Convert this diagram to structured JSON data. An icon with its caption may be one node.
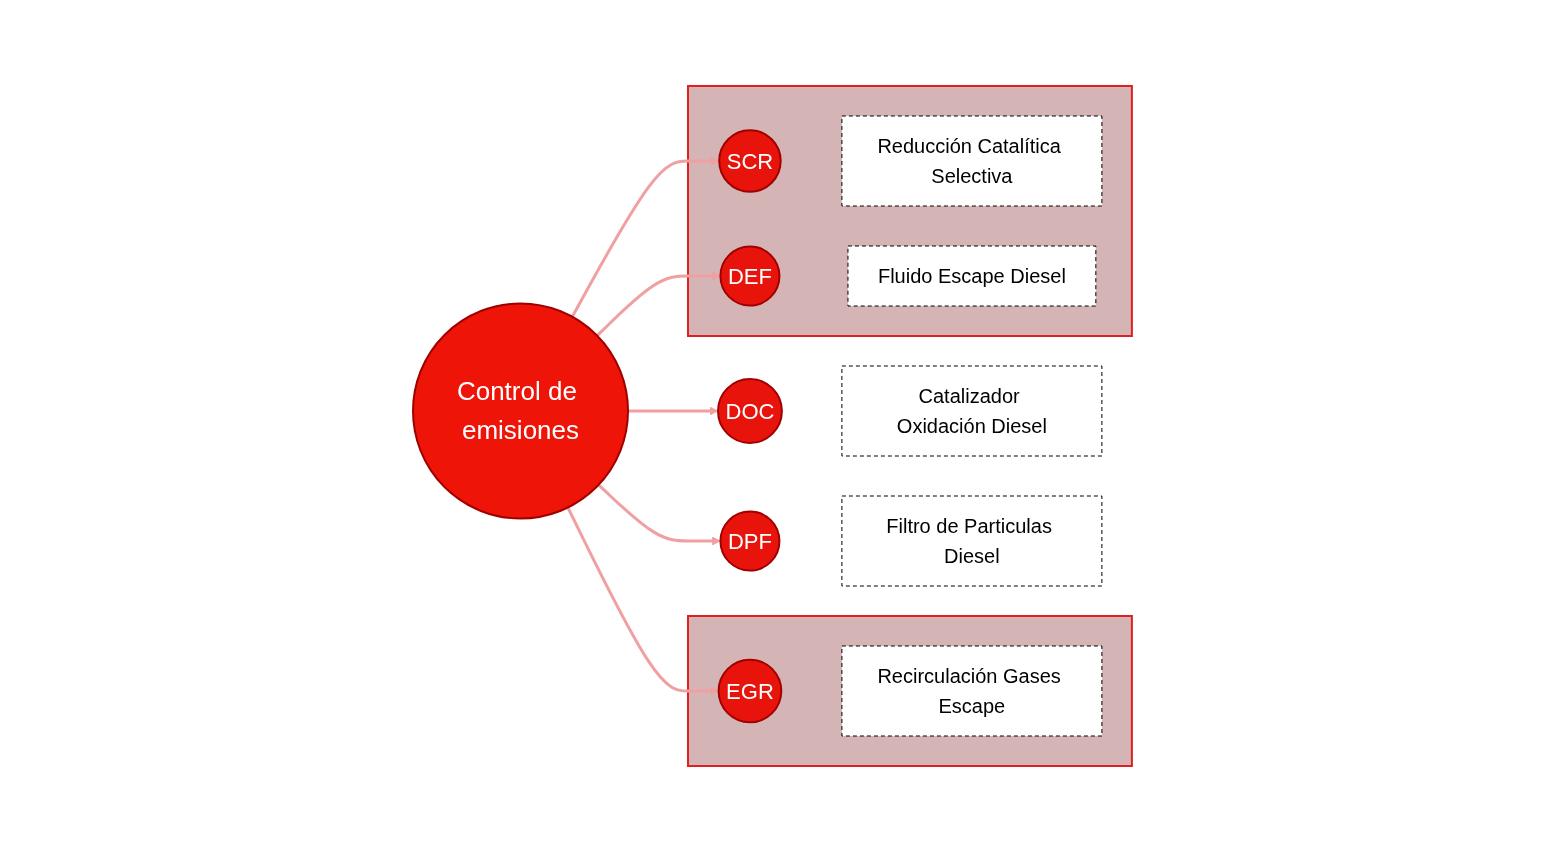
{
  "diagram": {
    "nodes": [
      {
        "text": [],
        "shape": "box"
      },
      {
        "text": [
          "EGR"
        ],
        "in": 0
      },
      {
        "text": [
          "Recirculación Gases Escape"
        ],
        "in": 0
      },
      {
        "text": [
          "DOC"
        ]
      },
      {
        "text": [
          "Catalizador Oxidación Diesel"
        ]
      },
      {
        "text": [],
        "shape": "box"
      },
      {
        "text": [
          "SCR"
        ],
        "in": 5
      },
      {
        "text": [
          "Reducción Catalítica Selectiva"
        ],
        "in": 5
      },
      {
        "text": [
          "Control de emisiones"
        ]
      },
      {
        "text": [
          "DPF"
        ]
      },
      {
        "text": [
          "Filtro de Particulas Diesel"
        ]
      },
      {
        "text": [
          "DEF"
        ],
        "in": 5
      },
      {
        "text": [
          "Fluido Escape Diesel"
        ],
        "in": 5
      }
    ],
    "edges": [
      {
        "from": 8,
        "to": 1,
        "arrow": "to"
      },
      {
        "from": 8,
        "to": 6,
        "arrow": "to"
      },
      {
        "from": 8,
        "to": 11,
        "arrow": "to"
      },
      {
        "from": 8,
        "to": 9,
        "arrow": "to"
      },
      {
        "from": 8,
        "to": 3,
        "arrow": "to"
      }
    ]
  }
}
